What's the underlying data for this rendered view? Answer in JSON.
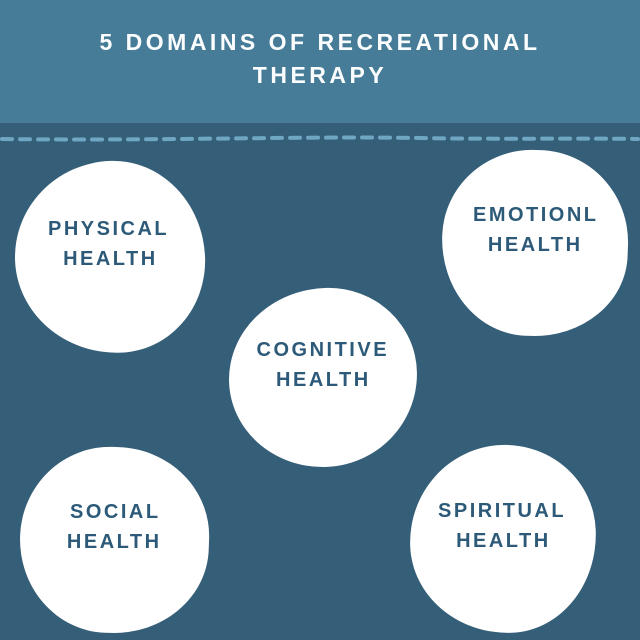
{
  "header": {
    "title_lines": [
      "5 DOMAINS OF RECREATIONAL",
      "THERAPY"
    ]
  },
  "domains": [
    {
      "lines": [
        "PHYSICAL",
        "HEALTH"
      ]
    },
    {
      "lines": [
        "EMOTIONL",
        "HEALTH"
      ]
    },
    {
      "lines": [
        "COGNITIVE",
        "HEALTH"
      ]
    },
    {
      "lines": [
        "SOCIAL",
        "HEALTH"
      ]
    },
    {
      "lines": [
        "SPIRITUAL",
        "HEALTH"
      ]
    }
  ],
  "colors": {
    "header_bg": "#467c97",
    "body_bg": "#355f78",
    "dash_color": "#6fa6c2",
    "circle_bg": "#ffffff",
    "circle_text": "#2d5a78",
    "title_text": "#fbfdfe"
  }
}
